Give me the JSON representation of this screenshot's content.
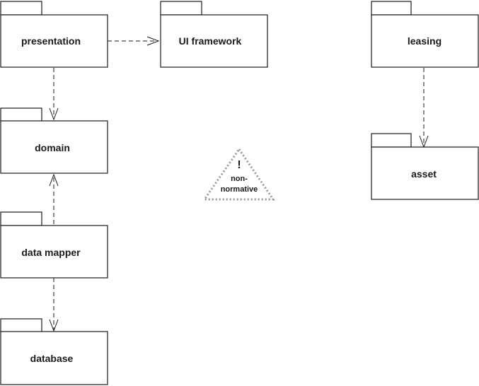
{
  "packages": {
    "presentation": "presentation",
    "ui_framework": "UI framework",
    "leasing": "leasing",
    "domain": "domain",
    "asset": "asset",
    "data_mapper": "data mapper",
    "database": "database"
  },
  "note": {
    "mark": "!",
    "line1": "non-",
    "line2": "normative"
  }
}
